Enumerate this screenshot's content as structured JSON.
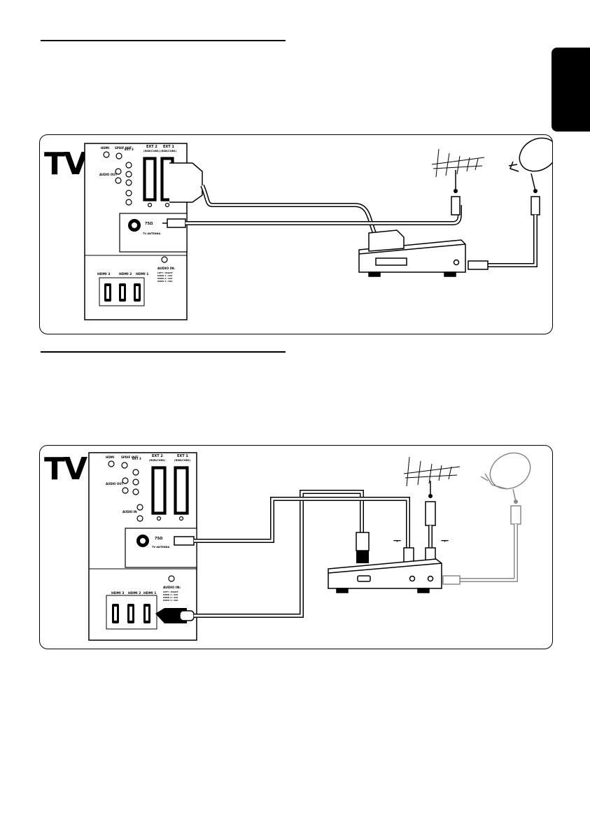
{
  "panels": [
    {
      "tv_label": "TV",
      "tv_back": {
        "hdmi_labels": [
          "HDMI 3",
          "HDMI 2",
          "HDMI 1"
        ],
        "ext_labels": [
          "EXT 2",
          "EXT 1"
        ],
        "ext_sub": [
          "(RGB/CVBS)",
          "(RGB/CVBS)"
        ],
        "antenna_label": "TV ANTENNA",
        "ohm_label": "75Ω",
        "audio_in_label": "AUDIO IN:",
        "audio_in_lines": [
          "LEFT / RIGHT",
          "HDMI 1 / DVI",
          "HDMI 2 / DVI",
          "HDMI 3 / DVI"
        ],
        "side_labels": [
          "HDMI",
          "SPDIF OUT",
          "EXT 3",
          "AUDIO OUT"
        ]
      }
    },
    {
      "tv_label": "TV",
      "tv_back": {
        "hdmi_labels": [
          "HDMI 3",
          "HDMI 2",
          "HDMI 1"
        ],
        "ext_labels": [
          "EXT 2",
          "EXT 1"
        ],
        "ext_sub": [
          "(RGB/CVBS)",
          "(RGB/CVBS)"
        ],
        "antenna_label": "TV ANTENNA",
        "ohm_label": "75Ω",
        "audio_in_label": "AUDIO IN:",
        "audio_in_lines": [
          "LEFT / RIGHT",
          "HDMI 1 / DVI",
          "HDMI 2 / DVI",
          "HDMI 3 / DVI"
        ],
        "side_labels": [
          "HDMI",
          "SPDIF OUT",
          "EXT 3",
          "AUDIO OUT",
          "AUDIO IN"
        ]
      }
    }
  ]
}
